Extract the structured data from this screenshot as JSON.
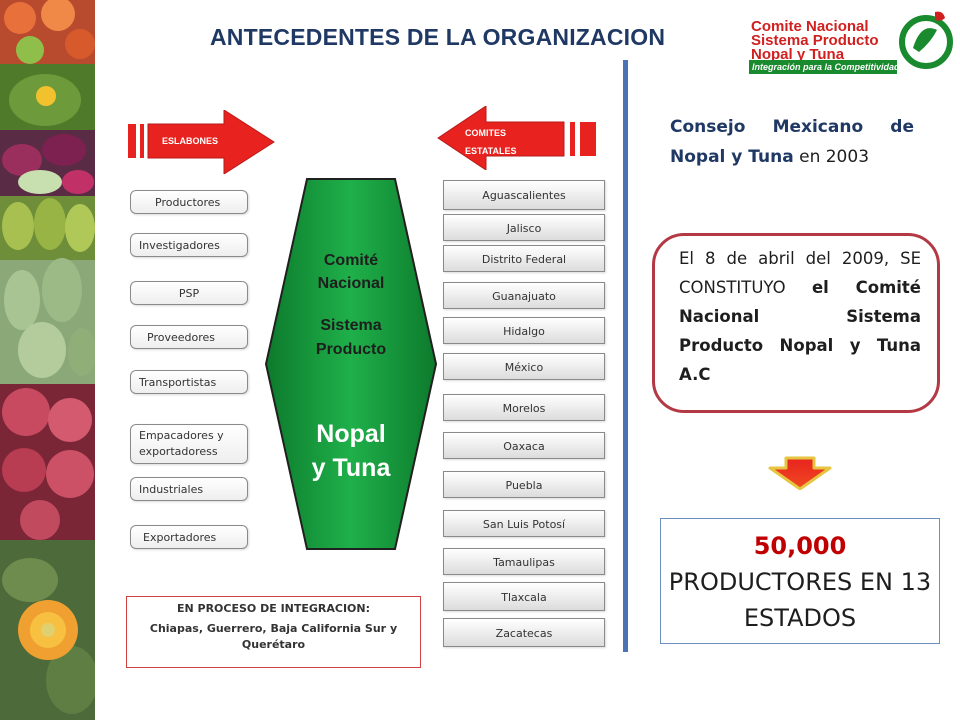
{
  "header": {
    "title": "ANTECEDENTES DE LA ORGANIZACION"
  },
  "logo": {
    "line1": "Comite Nacional",
    "line2": "Sistema Producto",
    "line3": "Nopal y Tuna",
    "tagline": "Integración para la Competitividad"
  },
  "arrows": {
    "eslabones": "ESLABONES",
    "comites_line1": "COMITES",
    "comites_line2": "ESTATALES"
  },
  "eslabones": [
    "Productores",
    "Investigadores",
    "PSP",
    "Proveedores",
    "Transportistas",
    "Empacadores y exportadoress",
    "Industriales",
    "Exportadores"
  ],
  "center": {
    "comite": "Comité",
    "nacional": "Nacional",
    "sistema": "Sistema",
    "producto": "Producto",
    "nopal": "Nopal",
    "y_tuna": "y Tuna"
  },
  "estados": [
    "Aguascalientes",
    "Jalisco",
    "Distrito Federal",
    "Guanajuato",
    "Hidalgo",
    "México",
    "Morelos",
    "Oaxaca",
    "Puebla",
    "San Luis Potosí",
    "Tamaulipas",
    "Tlaxcala",
    "Zacatecas"
  ],
  "proceso": {
    "title": "EN PROCESO DE INTEGRACION:",
    "states": "Chiapas, Guerrero, Baja California Sur y Querétaro"
  },
  "consejo": {
    "bold": "Consejo Mexicano de Nopal y Tuna",
    "rest": " en 2003"
  },
  "constitucion": {
    "plain": "El 8 de abril del 2009, SE CONSTITUYO ",
    "bold": "el Comité Nacional Sistema Producto Nopal y Tuna A.C"
  },
  "productores": {
    "number": "50,000",
    "text": "PRODUCTORES EN 13 ESTADOS"
  },
  "colors": {
    "title": "#1f3864",
    "arrow_red": "#e8231f",
    "hexagon_green": "#169c3c",
    "divider_blue": "#4a74b5",
    "accent_red": "#c00000"
  }
}
